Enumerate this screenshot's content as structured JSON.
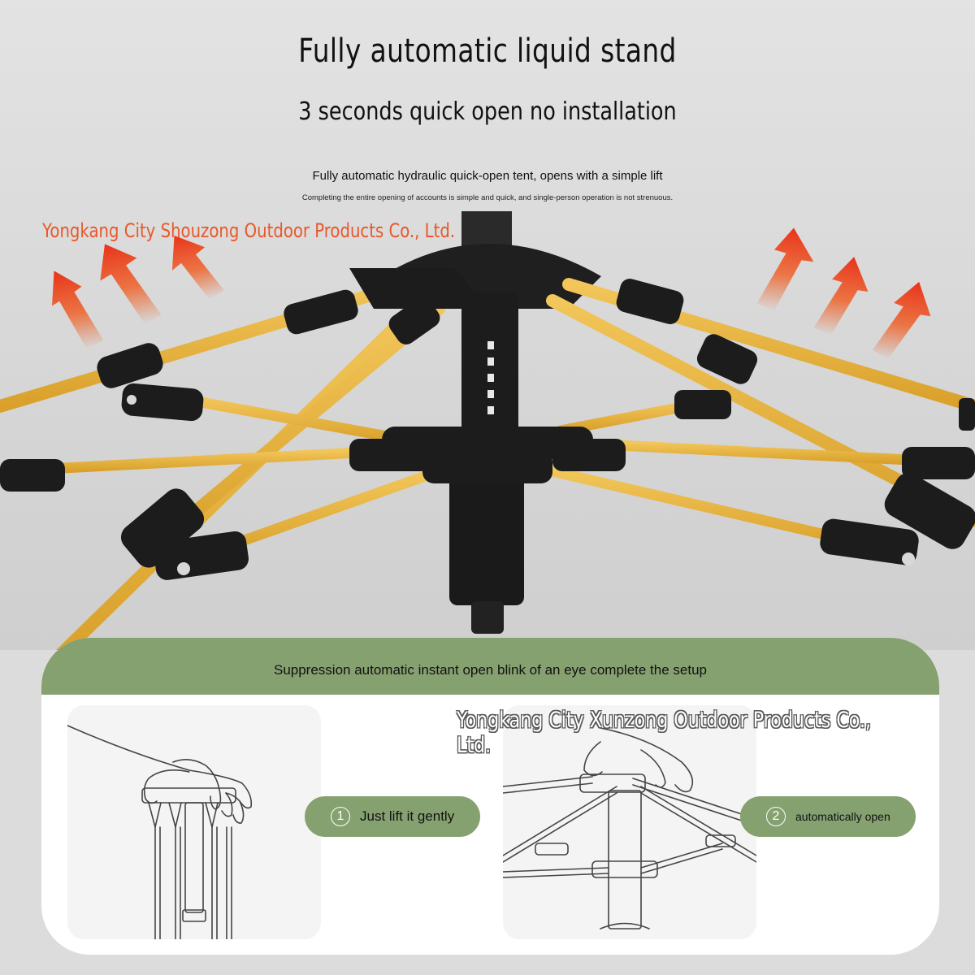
{
  "header": {
    "title": "Fully automatic liquid stand",
    "subtitle": "3 seconds quick open no installation",
    "description": "Fully automatic hydraulic quick-open tent, opens with a simple lift",
    "note": "Completing the entire opening of accounts is simple and quick, and single-person operation is not strenuous."
  },
  "watermarks": {
    "top": "Yongkang City Shouzong Outdoor Products Co., Ltd.",
    "bottom": "Yongkang City Xunzong Outdoor Products Co., Ltd."
  },
  "panel": {
    "heading": "Suppression automatic instant open blink of an eye complete the setup",
    "steps": [
      {
        "number": "1",
        "label": "Just lift it gently"
      },
      {
        "number": "2",
        "label": "automatically open"
      }
    ]
  },
  "colors": {
    "accent_green": "#86a170",
    "arrow_orange": "#f05a1e",
    "pole_yellow": "#e8b33a",
    "joint_black": "#1c1c1c"
  },
  "icons": [
    "up-arrow-icon",
    "tent-frame-illustration",
    "hand-lift-illustration"
  ]
}
